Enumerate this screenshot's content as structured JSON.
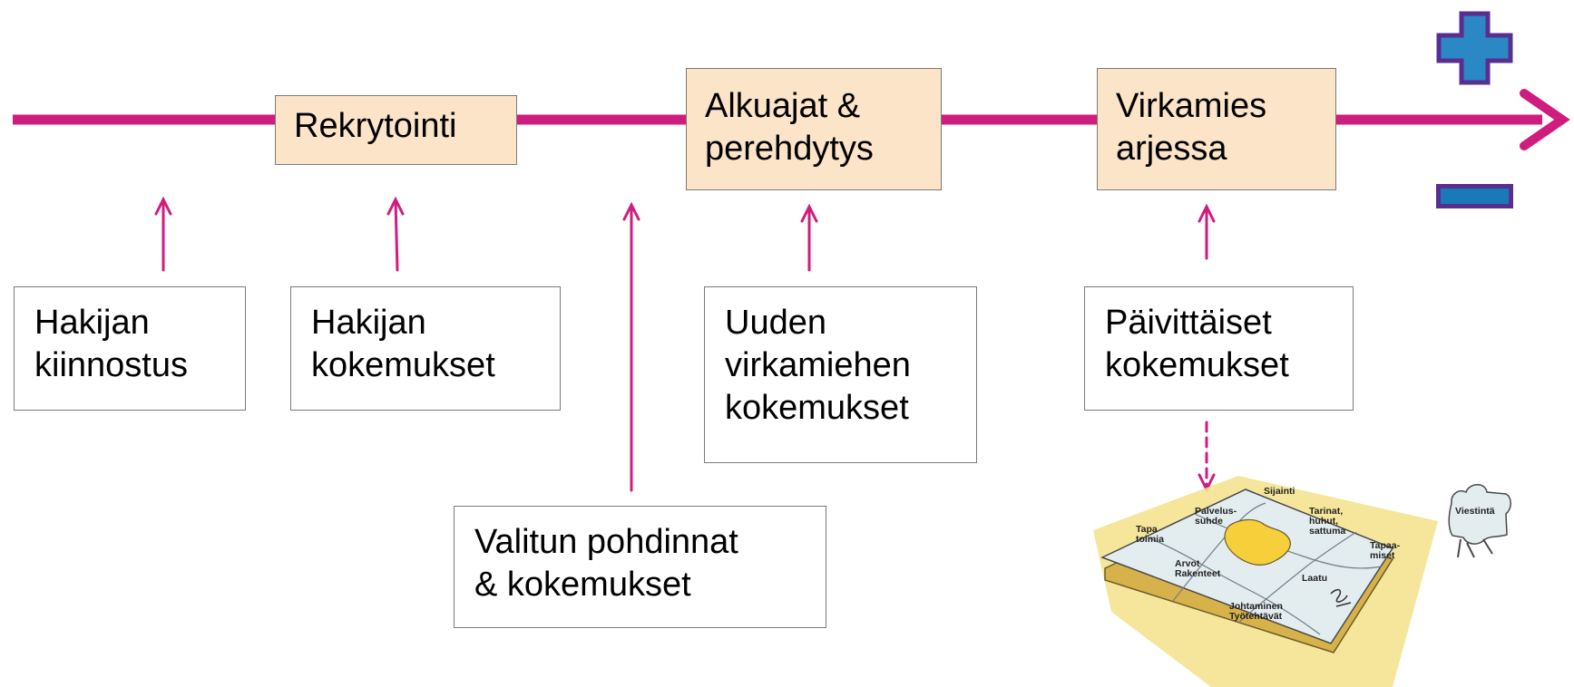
{
  "colors": {
    "accent": "#cf1c7f",
    "stage_fill": "#fce4c8",
    "plus_fill": "#2a88c4",
    "minus_fill": "#1a7ab8",
    "icon_border": "#5a2d91"
  },
  "icons": {
    "plus": "plus-icon",
    "minus": "minus-icon"
  },
  "stages": [
    {
      "id": "rekrytointi",
      "label": "Rekrytointi"
    },
    {
      "id": "alkuajat",
      "label": "Alkuajat &\nperehdytys"
    },
    {
      "id": "virkamies",
      "label": "Virkamies\narjessa"
    }
  ],
  "notes": [
    {
      "id": "hakijan-kiinnostus",
      "label": "Hakijan\nkiinnostus"
    },
    {
      "id": "hakijan-kokemukset",
      "label": "Hakijan\nkokemukset"
    },
    {
      "id": "valitun-pohdinnat",
      "label": "Valitun pohdinnat\n& kokemukset"
    },
    {
      "id": "uuden-virkamiehen",
      "label": "Uuden\nvirkamiehen\nkokemukset"
    },
    {
      "id": "paivittaiset",
      "label": "Päivittäiset\nkokemukset"
    }
  ],
  "puzzle": {
    "pieces": [
      {
        "id": "sijainti",
        "label": "Sijainti"
      },
      {
        "id": "palvelussuhde",
        "label": "Palvelus-\nsuhde"
      },
      {
        "id": "tapa-toimia",
        "label": "Tapa\ntoimia"
      },
      {
        "id": "tarinat",
        "label": "Tarinat,\nhuhut,\nsattuma"
      },
      {
        "id": "tapaamiset",
        "label": "Tapaa-\nmiset"
      },
      {
        "id": "arvot",
        "label": "Arvot\nRakenteet"
      },
      {
        "id": "laatu",
        "label": "Laatu"
      },
      {
        "id": "johtaminen",
        "label": "Johtaminen\nTyötehtävät"
      },
      {
        "id": "viestinta",
        "label": "Viestintä"
      }
    ]
  }
}
